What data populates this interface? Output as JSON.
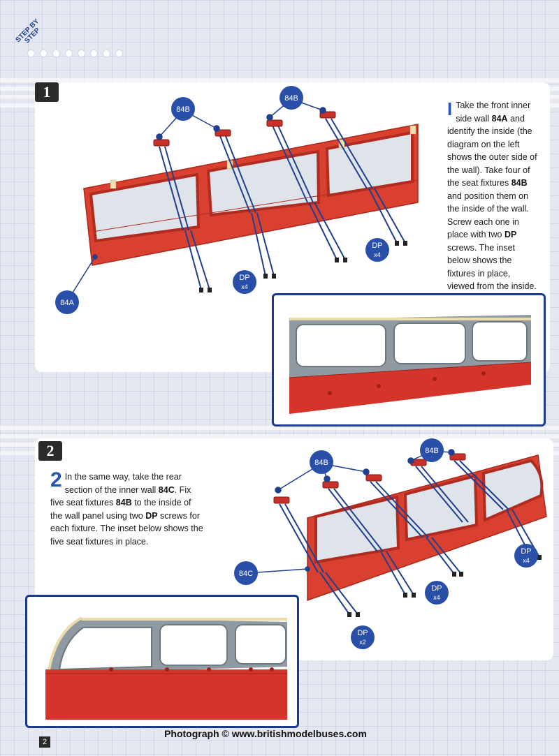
{
  "header": {
    "step_tag_line1": "STEP BY",
    "step_tag_line2": "STEP"
  },
  "step1": {
    "number": "1",
    "drop_cap": "I",
    "text_parts": [
      "Take the front inner side wall ",
      "84A",
      " and identify the inside (the diagram on the left shows the outer side of the wall). Take four of the seat fixtures ",
      "84B",
      " and position them on the inside of the wall. Screw each one in place with two ",
      "DP",
      " screws. The inset below shows the fixtures in place, viewed from the inside."
    ],
    "callouts": {
      "fixture_a": "84B",
      "fixture_b": "84B",
      "wall": "84A",
      "screws_a_name": "DP",
      "screws_a_qty": "x4",
      "screws_b_name": "DP",
      "screws_b_qty": "x4"
    }
  },
  "step2": {
    "number": "2",
    "drop_cap": "2",
    "text_parts": [
      "In the same way, take the rear section of the inner wall ",
      "84C",
      ". Fix five seat fixtures ",
      "84B",
      " to the inside of the wall panel using two ",
      "DP",
      " screws for each fixture. The inset below shows the five seat fixtures in place."
    ],
    "callouts": {
      "fixture_a": "84B",
      "fixture_b": "84B",
      "wall": "84C",
      "screws_a_name": "DP",
      "screws_a_qty": "x4",
      "screws_b_name": "DP",
      "screws_b_qty": "x4",
      "screws_c_name": "DP",
      "screws_c_qty": "x2"
    }
  },
  "footer": {
    "page_number": "2",
    "credit": "Photograph © www.britishmodelbuses.com"
  },
  "colors": {
    "accent_blue": "#2a4fa8",
    "wall_red": "#d9402f",
    "inset_border": "#1c3a8c"
  }
}
